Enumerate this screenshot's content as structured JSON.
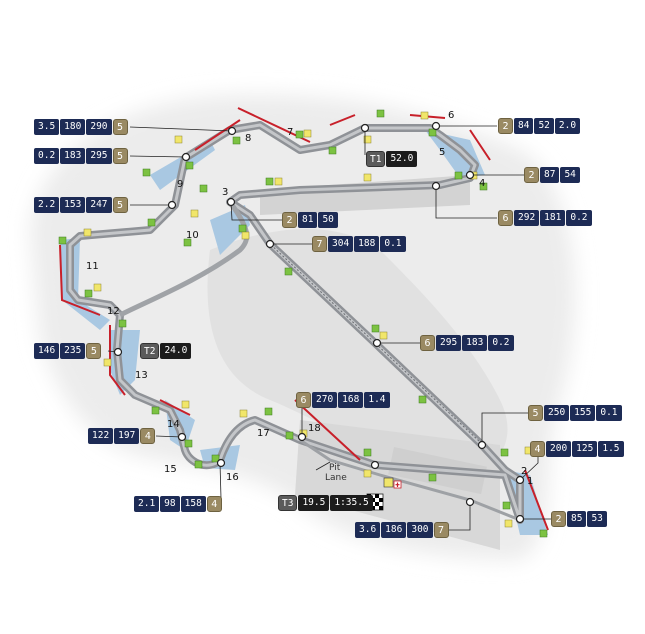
{
  "turns": [
    "1",
    "2",
    "3",
    "4",
    "5",
    "6",
    "7",
    "8",
    "9",
    "10",
    "11",
    "12",
    "13",
    "14",
    "15",
    "16",
    "17",
    "18"
  ],
  "pit_lane": [
    "Pit",
    "Lane"
  ],
  "speed_boxes": [
    {
      "id": "box-t8",
      "values": [
        "3.5",
        "180",
        "290"
      ],
      "gear": "5"
    },
    {
      "id": "box-t9",
      "values": [
        "0.2",
        "183",
        "295"
      ],
      "gear": "5"
    },
    {
      "id": "box-t10",
      "values": [
        "2.2",
        "153",
        "247"
      ],
      "gear": "5"
    },
    {
      "id": "box-t13",
      "values": [
        "146",
        "235"
      ],
      "gear": "5"
    },
    {
      "id": "box-t14",
      "values": [
        "122",
        "197"
      ],
      "gear": "4"
    },
    {
      "id": "box-t16",
      "values": [
        "2.1",
        "98",
        "158"
      ],
      "gear": "4"
    },
    {
      "id": "box-t6",
      "values": [
        "84",
        "52",
        "2.0"
      ],
      "gear": "2",
      "gear_first": true
    },
    {
      "id": "box-t4",
      "values": [
        "87",
        "54"
      ],
      "gear": "2",
      "gear_first": true
    },
    {
      "id": "box-t4b",
      "values": [
        "292",
        "181",
        "0.2"
      ],
      "gear": "6",
      "gear_first": true
    },
    {
      "id": "box-t3",
      "values": [
        "81",
        "50"
      ],
      "gear": "2",
      "gear_first": true
    },
    {
      "id": "box-back",
      "values": [
        "304",
        "188",
        "0.1"
      ],
      "gear": "7",
      "gear_first": true
    },
    {
      "id": "box-mid",
      "values": [
        "295",
        "183",
        "0.2"
      ],
      "gear": "6",
      "gear_first": true
    },
    {
      "id": "box-t18",
      "values": [
        "270",
        "168",
        "1.4"
      ],
      "gear": "6",
      "gear_first": true
    },
    {
      "id": "box-t2a",
      "values": [
        "250",
        "155",
        "0.1"
      ],
      "gear": "5",
      "gear_first": true
    },
    {
      "id": "box-t2",
      "values": [
        "200",
        "125",
        "1.5"
      ],
      "gear": "4",
      "gear_first": true
    },
    {
      "id": "box-t1",
      "values": [
        "85",
        "53"
      ],
      "gear": "2",
      "gear_first": true
    },
    {
      "id": "box-fin",
      "values": [
        "3.6",
        "186",
        "300"
      ],
      "gear": "7"
    }
  ],
  "timers": [
    {
      "id": "T1",
      "label": "T1",
      "values": [
        "52.0"
      ]
    },
    {
      "id": "T2",
      "label": "T2",
      "values": [
        "24.0"
      ]
    },
    {
      "id": "T3",
      "label": "T3",
      "values": [
        "19.5",
        "1:35.5"
      ]
    }
  ],
  "colors": {
    "track": "#8f9297",
    "runoff": "#a9c8e2",
    "kerb": "#c8202a",
    "grass": "#7cc242",
    "marker": "#f1e66a",
    "box": "#1d2b55",
    "gear": "#9a8a63"
  }
}
